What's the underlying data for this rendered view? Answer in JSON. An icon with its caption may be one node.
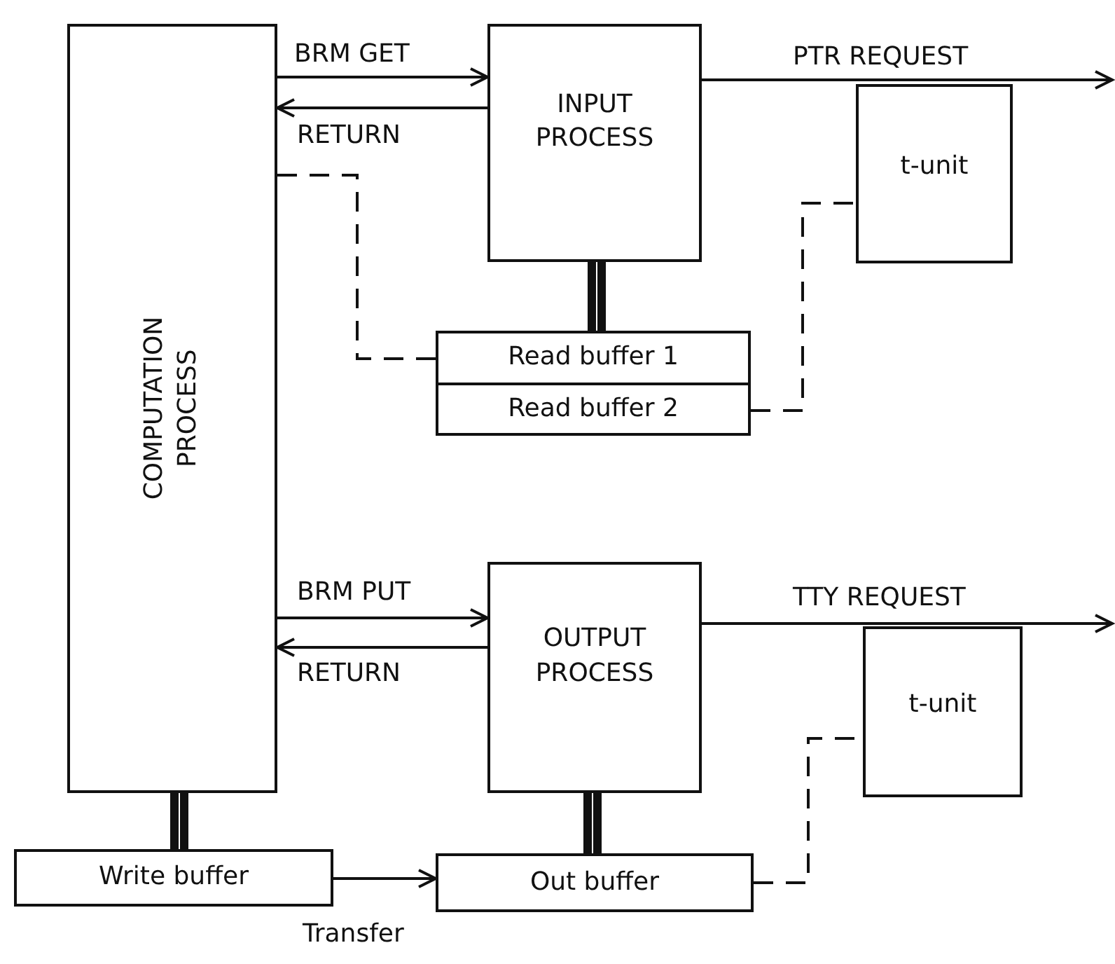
{
  "diagram": {
    "nodes": [
      {
        "text": [
          "COMPUTATION PROCESS"
        ]
      },
      {
        "text": [
          "INPUT PROCESS"
        ]
      },
      {
        "text": [
          "t-unit"
        ]
      },
      {
        "text": [
          "Read buffer 1"
        ]
      },
      {
        "text": [
          "Read buffer 2"
        ]
      },
      {
        "text": [
          "OUTPUT PROCESS"
        ]
      },
      {
        "text": [
          "t-unit"
        ]
      },
      {
        "text": [
          "Write buffer"
        ]
      },
      {
        "text": [
          "Out buffer"
        ]
      }
    ],
    "edges": [
      {
        "from": 0,
        "to": 1,
        "arrow": "to",
        "label": "BRM GET"
      },
      {
        "from": 1,
        "to": 0,
        "arrow": "to",
        "label": "RETURN"
      },
      {
        "from": 1,
        "to": null,
        "arrow": "to",
        "label": "PTR REQUEST"
      },
      {
        "from": 0,
        "to": 3,
        "arrow": "none",
        "style": "dashed"
      },
      {
        "from": 4,
        "to": 2,
        "arrow": "none",
        "style": "dashed"
      },
      {
        "from": 1,
        "to": 3,
        "arrow": "none",
        "style": "thick"
      },
      {
        "from": 0,
        "to": 5,
        "arrow": "to",
        "label": "BRM PUT"
      },
      {
        "from": 5,
        "to": 0,
        "arrow": "to",
        "label": "RETURN"
      },
      {
        "from": 5,
        "to": null,
        "arrow": "to",
        "label": "TTY REQUEST"
      },
      {
        "from": 5,
        "to": 8,
        "arrow": "none",
        "style": "thick"
      },
      {
        "from": 0,
        "to": 7,
        "arrow": "none",
        "style": "thick"
      },
      {
        "from": 7,
        "to": 8,
        "arrow": "to",
        "label": "Transfer"
      },
      {
        "from": 8,
        "to": 6,
        "arrow": "none",
        "style": "dashed"
      }
    ]
  }
}
